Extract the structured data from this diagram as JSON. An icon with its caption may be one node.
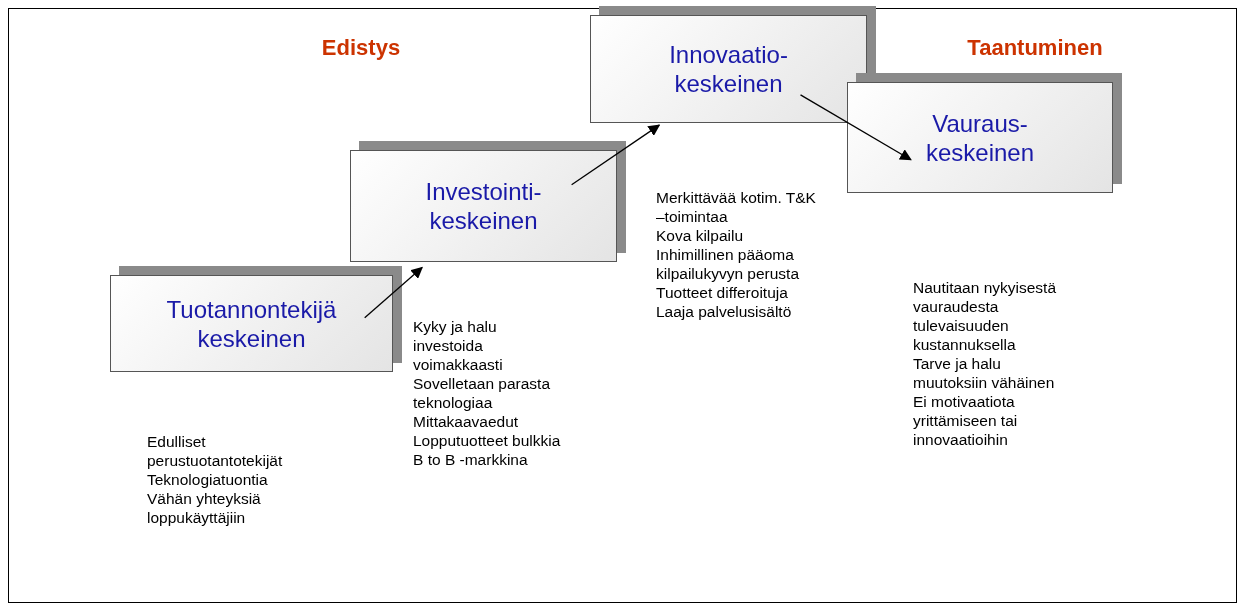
{
  "diagram": {
    "nodes": [
      {
        "text": [
          "Tuotannontekijä keskeinen"
        ],
        "beside": [
          "Edulliset perustuotantotekijät",
          "Teknologiatuontia",
          "Vähän yhteyksiä loppukäyttäjiin"
        ]
      },
      {
        "text": [
          "Investointi- keskeinen"
        ],
        "beside": [
          "Kyky ja halu investoida voimakkaasti",
          "Sovelletaan parasta teknologiaa",
          "Mittakaavaedut",
          "Lopputuotteet bulkkia",
          "B to B -markkina"
        ]
      },
      {
        "text": [
          "Innovaatio- keskeinen"
        ],
        "beside": [
          "Merkittävää kotim. T&K –toimintaa",
          "Kova kilpailu",
          "Inhimillinen pääoma kilpailukyvyn perusta",
          "Tuotteet differoituja",
          "Laaja palvelusisältö"
        ]
      },
      {
        "text": [
          "Vauraus- keskeinen"
        ],
        "beside": [
          "Nautitaan nykyisestä vauraudesta tulevaisuuden kustannuksella",
          "Tarve ja halu muutoksiin vähäinen",
          "Ei motivaatiota yrittämiseen tai innovaatioihin"
        ]
      }
    ],
    "edges": [
      {
        "from": 0,
        "to": 1,
        "arrow": "to"
      },
      {
        "from": 1,
        "to": 2,
        "arrow": "to"
      },
      {
        "from": 2,
        "to": 3,
        "arrow": "to"
      }
    ],
    "labels": [
      "Edistys",
      "Taantuminen"
    ]
  }
}
